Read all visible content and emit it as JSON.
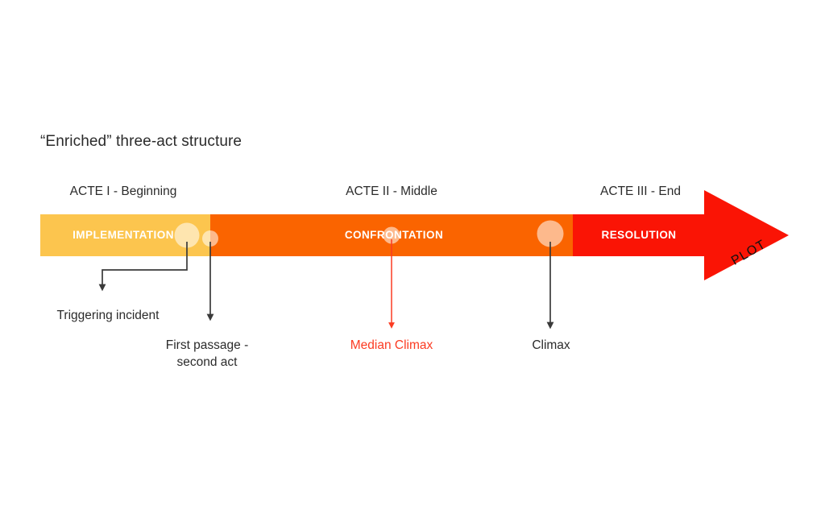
{
  "page": {
    "title": "“Enriched” three-act structure",
    "background_color": "#ffffff"
  },
  "colors": {
    "act1": "#FCC54E",
    "act2": "#FA6400",
    "act3": "#FA1405",
    "text_dark": "#2b2b2b",
    "accent_red": "#FB3B22",
    "band_label_text": "#ffffff",
    "marker_dot": "rgba(255,255,255,0.55)"
  },
  "timeline": {
    "plot_axis_label": "PLOT",
    "acts": [
      {
        "caption": "ACTE I - Beginning",
        "band_label": "IMPLEMENTATION",
        "color": "#FCC54E"
      },
      {
        "caption": "ACTE II - Middle",
        "band_label": "CONFRONTATION",
        "color": "#FA6400"
      },
      {
        "caption": "ACTE III - End",
        "band_label": "RESOLUTION",
        "color": "#FA1405"
      }
    ],
    "markers": [
      {
        "id": "triggering-incident",
        "label_line1": "Triggering incident",
        "label_line2": "",
        "color": "#2b2b2b",
        "dot_size": "large"
      },
      {
        "id": "first-passage",
        "label_line1": "First passage -",
        "label_line2": "second act",
        "color": "#2b2b2b",
        "dot_size": "small"
      },
      {
        "id": "median-climax",
        "label_line1": "Median Climax",
        "label_line2": "",
        "color": "#FB3B22",
        "dot_size": "small"
      },
      {
        "id": "climax",
        "label_line1": "Climax",
        "label_line2": "",
        "color": "#2b2b2b",
        "dot_size": "large"
      }
    ]
  }
}
